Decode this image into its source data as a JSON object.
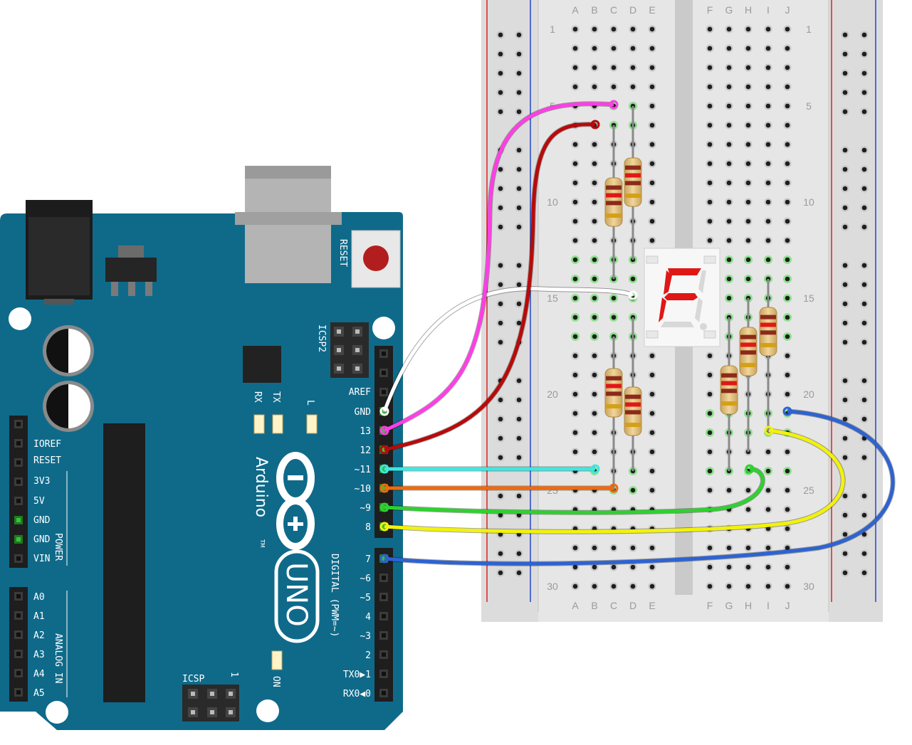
{
  "breadboard": {
    "columns_left": [
      "A",
      "B",
      "C",
      "D",
      "E"
    ],
    "columns_right": [
      "F",
      "G",
      "H",
      "I",
      "J"
    ],
    "row_numbers": [
      "1",
      "5",
      "10",
      "15",
      "20",
      "25",
      "30"
    ]
  },
  "arduino": {
    "brand": "Arduino",
    "model": "UNO",
    "trademark": "TM",
    "reset_label": "RESET",
    "icsp2_label": "ICSP2",
    "icsp_label": "ICSP",
    "icsp_pin_one": "1",
    "rx_label": "RX",
    "tx_label": "TX",
    "l_label": "L",
    "on_label": "ON",
    "digital_label": "DIGITAL (PWM=~)",
    "power_label": "POWER",
    "analog_label": "ANALOG IN",
    "left_pins": [
      "IOREF",
      "RESET",
      "3V3",
      "5V",
      "GND",
      "GND",
      "VIN"
    ],
    "analog_pins": [
      "A0",
      "A1",
      "A2",
      "A3",
      "A4",
      "A5"
    ],
    "digital_top": [
      "AREF",
      "GND",
      "13",
      "12",
      "~11",
      "~10",
      "~9",
      "8"
    ],
    "digital_bottom": [
      "7",
      "~6",
      "~5",
      "4",
      "~3",
      "2",
      "TX0▶1",
      "RX0◀0"
    ]
  },
  "components": {
    "display": "seven-segment-display",
    "resistor_count": 7
  },
  "wires": [
    {
      "name": "wire-gnd",
      "color": "#ffffff"
    },
    {
      "name": "wire-13",
      "color": "#ff3ee6"
    },
    {
      "name": "wire-12",
      "color": "#b80a0a"
    },
    {
      "name": "wire-11",
      "color": "#3ee8e0"
    },
    {
      "name": "wire-10",
      "color": "#f06a0c"
    },
    {
      "name": "wire-9",
      "color": "#2ed12e"
    },
    {
      "name": "wire-8",
      "color": "#f2f20c"
    },
    {
      "name": "wire-7",
      "color": "#2d63d2"
    }
  ],
  "colors": {
    "board": "#0f6a8a",
    "breadboard": "#dcdcdc",
    "segment_on": "#e01717",
    "segment_off": "#d8d8d8"
  }
}
